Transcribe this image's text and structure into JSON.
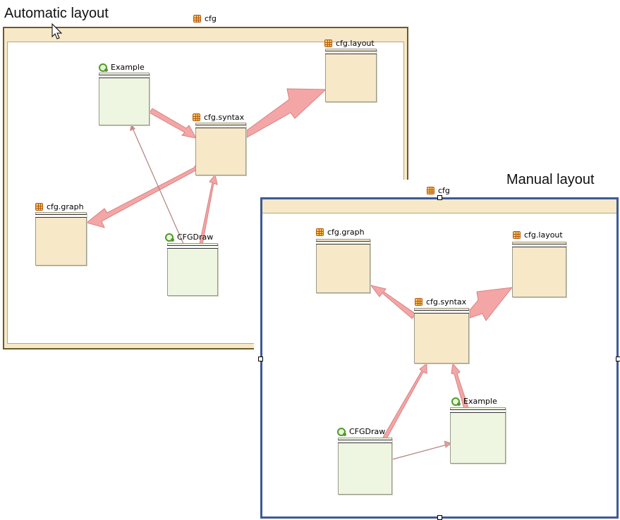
{
  "automatic": {
    "caption": "Automatic layout",
    "container_label": "cfg",
    "nodes": {
      "example": "Example",
      "syntax": "cfg.syntax",
      "layout": "cfg.layout",
      "graph": "cfg.graph",
      "cfgdraw": "CFGDraw"
    }
  },
  "manual": {
    "caption": "Manual layout",
    "container_label": "cfg",
    "nodes": {
      "graph": "cfg.graph",
      "layout": "cfg.layout",
      "syntax": "cfg.syntax",
      "example": "Example",
      "cfgdraw": "CFGDraw"
    }
  },
  "icons": {
    "package": "package-icon",
    "class": "class-icon",
    "cursor": "mouse-cursor-icon"
  },
  "colors": {
    "package_fill": "#f7e8c8",
    "class_fill": "#eef6e2",
    "frame_header": "#f7e8c8",
    "dependency_arrow": "#f4a6a6",
    "manual_border": "#3c5a96"
  }
}
